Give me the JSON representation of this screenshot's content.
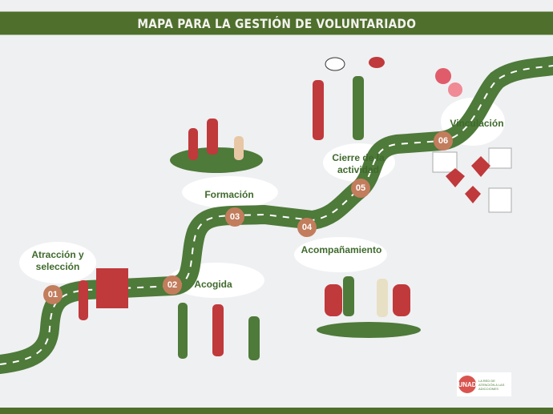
{
  "title": "MAPA PARA LA GESTIÓN DE VOLUNTARIADO",
  "steps": [
    {
      "number": "01",
      "label": "Atracción y selección"
    },
    {
      "number": "02",
      "label": "Acogida"
    },
    {
      "number": "03",
      "label": "Formación"
    },
    {
      "number": "04",
      "label": "Acompañamiento"
    },
    {
      "number": "05",
      "label": "Cierre de la actividad"
    },
    {
      "number": "06",
      "label": "Vinculación"
    }
  ],
  "logo": {
    "mark": "UNAD",
    "tagline": "LA RED DE ATENCIÓN A LAS ADICCIONES"
  },
  "colors": {
    "green": "#4f6f2d",
    "road": "#4e7a3a",
    "badge": "#c27d5d",
    "accent": "#c0393b"
  }
}
